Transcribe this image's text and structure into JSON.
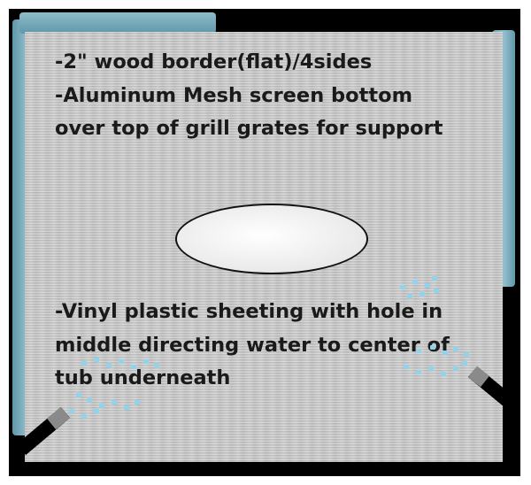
{
  "diagram": {
    "notes_top": [
      "-2\" wood border(flat)/4sides",
      "-Aluminum Mesh screen bottom",
      "over top of grill grates for support"
    ],
    "notes_bottom": [
      "-Vinyl plastic sheeting with hole in",
      "middle directing water to center of",
      "tub underneath"
    ]
  },
  "colors": {
    "frame": "#000000",
    "tape": "#7fb0c0",
    "water": "#8fd3ec"
  }
}
